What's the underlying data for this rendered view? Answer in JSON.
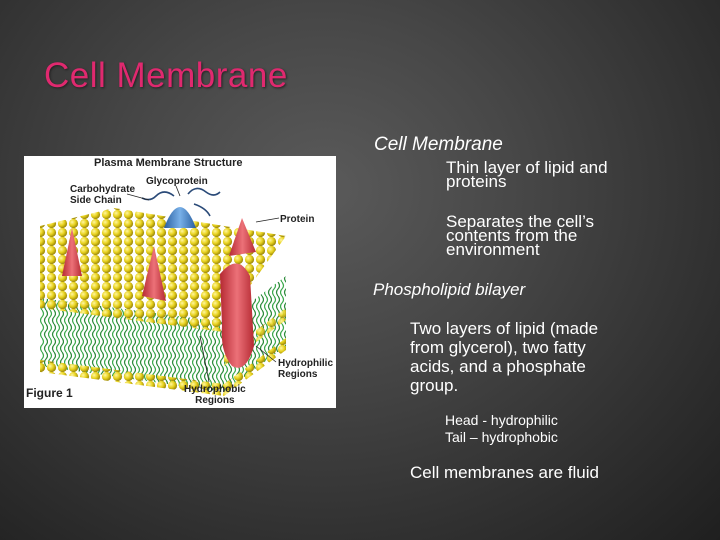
{
  "slide": {
    "title": "Cell Membrane"
  },
  "figure": {
    "heading": "Plasma Membrane Structure",
    "labels": {
      "glycoprotein": "Glycoprotein",
      "carbohydrate_l1": "Carbohydrate",
      "carbohydrate_l2": "Side Chain",
      "protein": "Protein",
      "hydrophilic_l1": "Hydrophilic",
      "hydrophilic_l2": "Regions",
      "hydrophobic_l1": "Hydrophobic",
      "hydrophobic_l2": "Regions",
      "figure_number": "Figure 1"
    }
  },
  "content": {
    "heading1": "Cell Membrane",
    "point1_line1": "Thin layer of lipid and",
    "point1_line2": "proteins",
    "point2_line1": "Separates the cell’s",
    "point2_line2": "contents from the",
    "point2_line3": "environment",
    "heading2": "Phospholipid bilayer",
    "point3_line1": "Two layers of lipid (made",
    "point3_line2": "from glycerol), two fatty",
    "point3_line3": "acids, and a phosphate",
    "point3_line4": "group.",
    "sub1": "Head - hydrophilic",
    "sub2": "Tail – hydrophobic",
    "point4": "Cell membranes are fluid"
  },
  "colors": {
    "title": "#e0296f",
    "phospholipid_head": "#e8d21e",
    "lipid_tail": "#3aa84a",
    "protein_red": "#d9434b",
    "glycoprotein_blue": "#3f82c8"
  }
}
